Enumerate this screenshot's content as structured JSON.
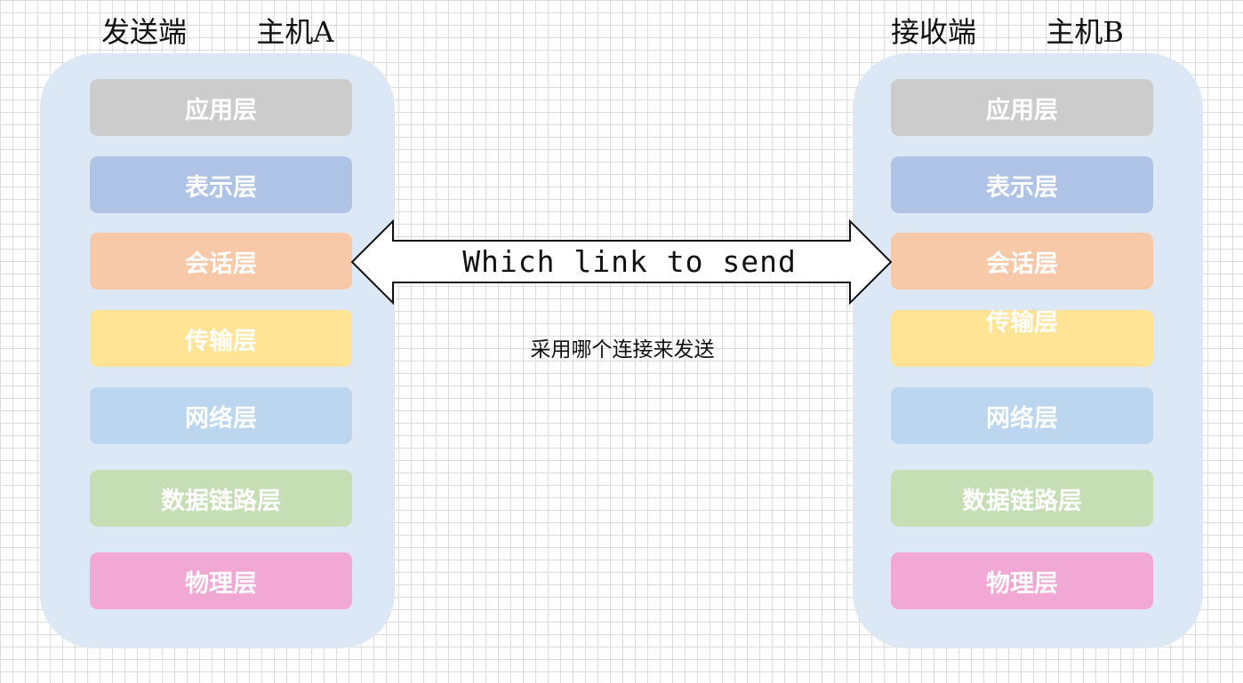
{
  "sender": {
    "role": "发送端",
    "host": "主机A",
    "layers": [
      {
        "label": "应用层",
        "color": "#cdcccc"
      },
      {
        "label": "表示层",
        "color": "#aec3e5"
      },
      {
        "label": "会话层",
        "color": "#f7c9a8"
      },
      {
        "label": "传输层",
        "color": "#fee494"
      },
      {
        "label": "网络层",
        "color": "#bbd6ee"
      },
      {
        "label": "数据链路层",
        "color": "#c6deb3"
      },
      {
        "label": "物理层",
        "color": "#f1a8d4"
      }
    ]
  },
  "receiver": {
    "role": "接收端",
    "host": "主机B",
    "layers": [
      {
        "label": "应用层",
        "color": "#cdcccc"
      },
      {
        "label": "表示层",
        "color": "#aec3e5"
      },
      {
        "label": "会话层",
        "color": "#f7c9a8"
      },
      {
        "label": "传输层",
        "color": "#fee494"
      },
      {
        "label": "网络层",
        "color": "#bbd6ee"
      },
      {
        "label": "数据链路层",
        "color": "#c6deb3"
      },
      {
        "label": "物理层",
        "color": "#f1a8d4"
      }
    ]
  },
  "link": {
    "label": "Which link  to send",
    "caption": "采用哪个连接来发送"
  }
}
